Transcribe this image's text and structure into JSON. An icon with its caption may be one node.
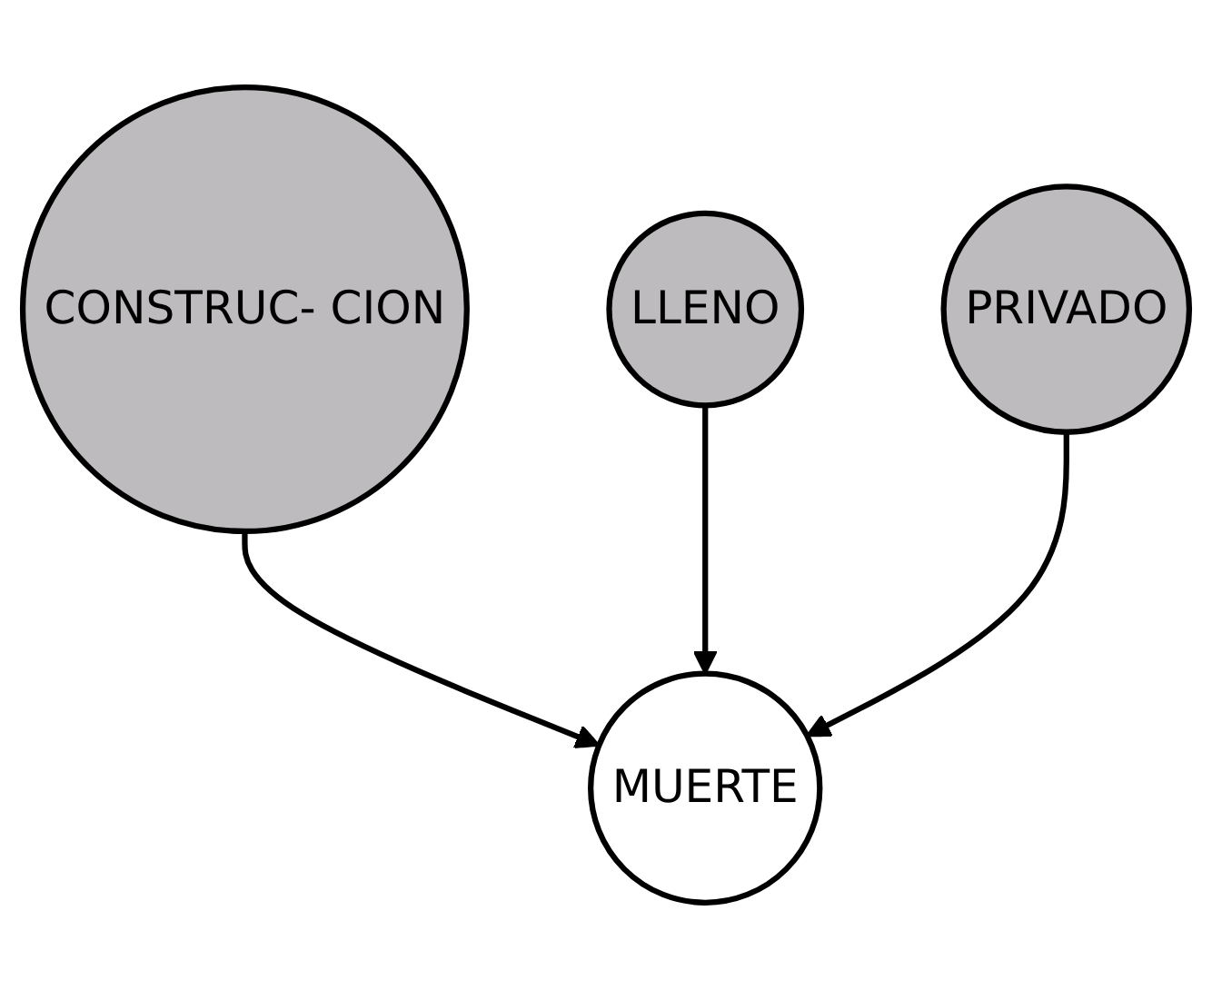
{
  "diagram": {
    "nodes": [
      {
        "text": [
          "CONSTRUC- CION"
        ]
      },
      {
        "text": [
          "MUERTE"
        ]
      },
      {
        "text": [
          "LLENO"
        ]
      },
      {
        "text": [
          "PRIVADO"
        ]
      }
    ],
    "edges": [
      {
        "from": 0,
        "to": 1,
        "arrow": "to"
      },
      {
        "from": 2,
        "to": 1,
        "arrow": "to"
      },
      {
        "from": 3,
        "to": 1,
        "arrow": "to"
      }
    ]
  }
}
